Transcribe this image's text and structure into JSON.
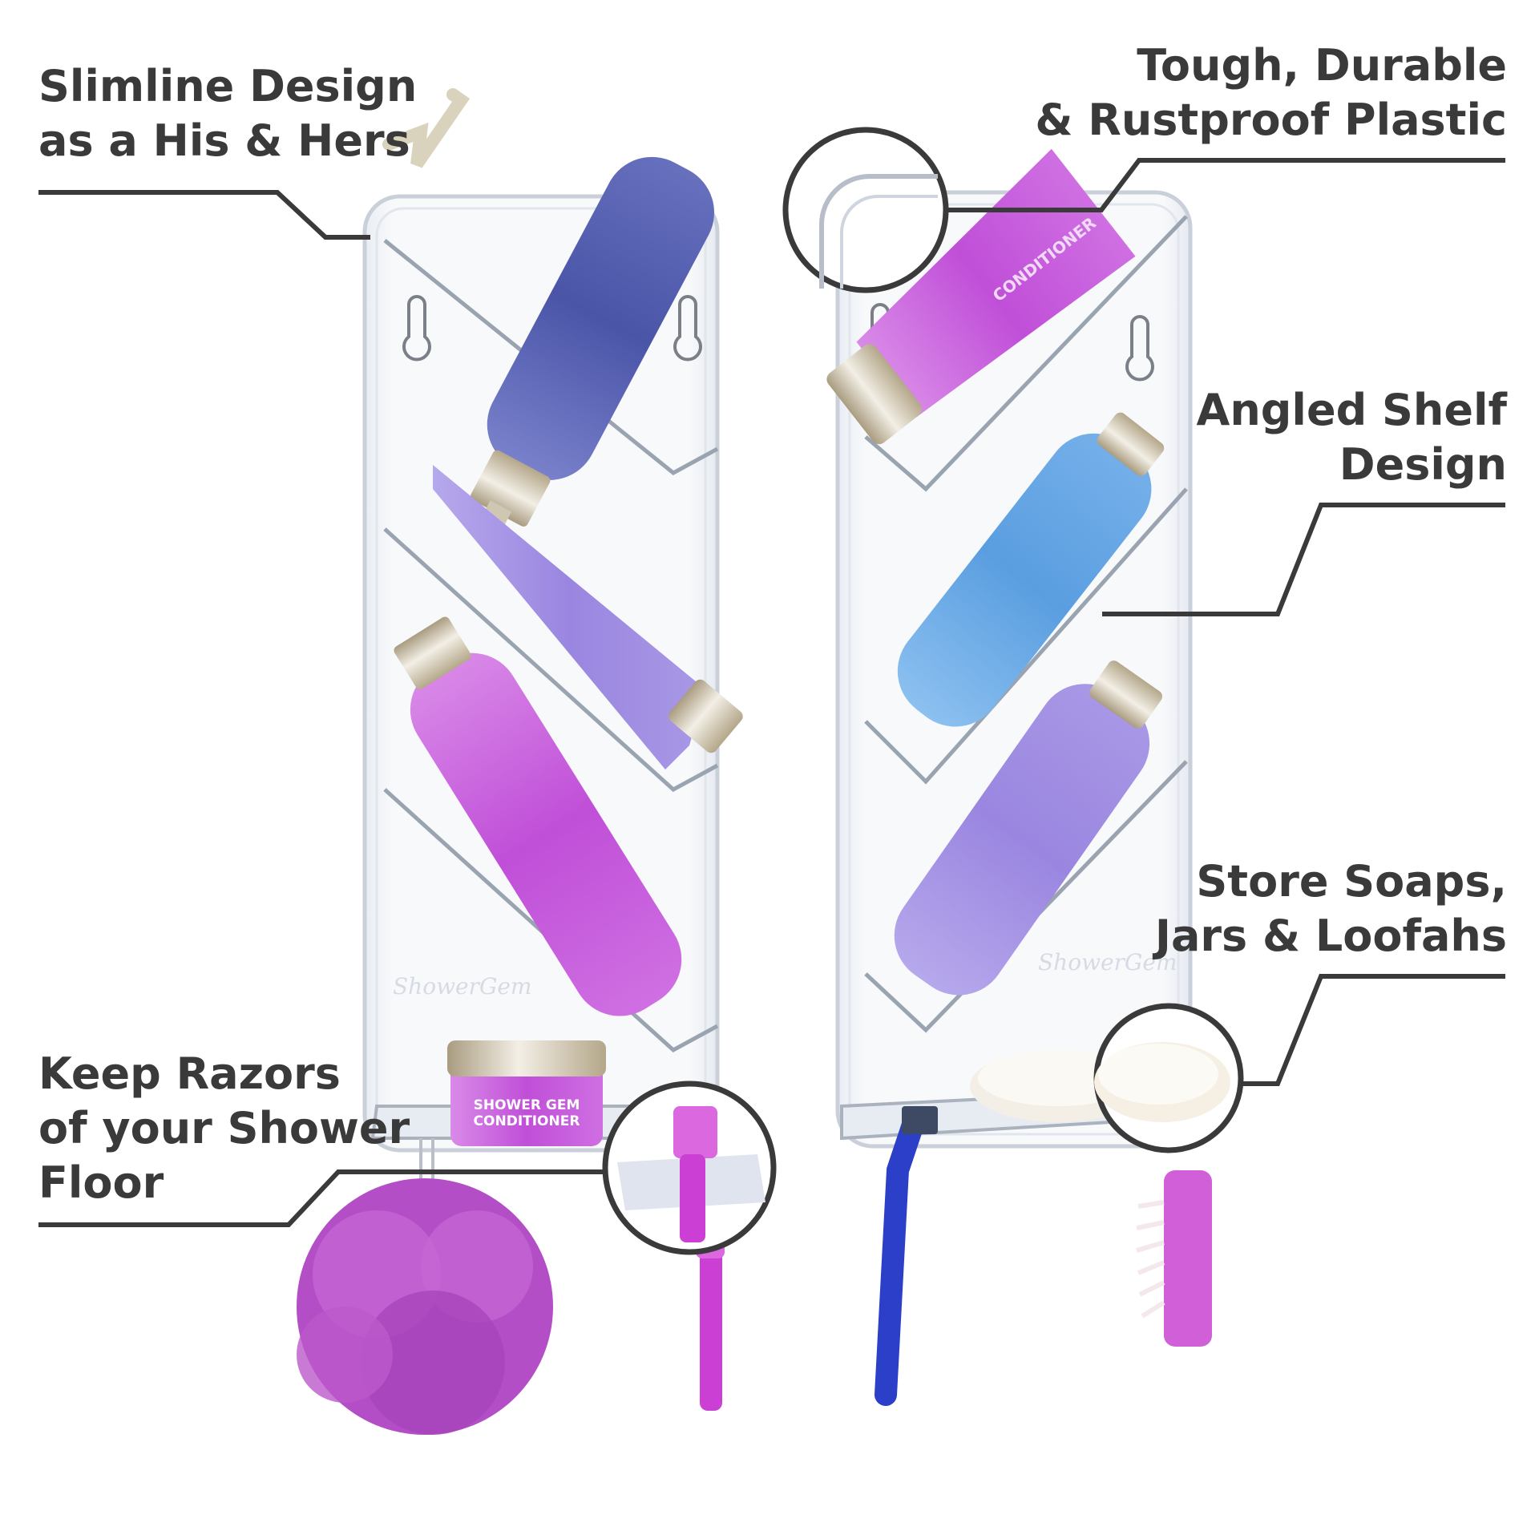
{
  "callouts": {
    "slimline": {
      "lines": [
        "Slimline Design",
        "as a His & Hers"
      ]
    },
    "tough": {
      "lines": [
        "Tough, Durable",
        "& Rustproof Plastic"
      ]
    },
    "angled": {
      "lines": [
        "Angled Shelf",
        "Design"
      ]
    },
    "soaps": {
      "lines": [
        "Store Soaps,",
        "Jars & Loofahs"
      ]
    },
    "razors": {
      "lines": [
        "Keep Razors",
        "of your Shower",
        "Floor"
      ]
    }
  },
  "product": {
    "brand_logo": "ShowerGem",
    "jar_label": [
      "SHOWER GEM",
      "CONDITIONER"
    ],
    "tube_label": "CONDITIONER"
  },
  "colors": {
    "text": "#3a3a3a",
    "line": "#3a3a3a",
    "purple": "#c04fd8",
    "navy": "#4b55a8",
    "lavender": "#9a86e0",
    "blue": "#5a9ee0",
    "razor_blue": "#2b3fc9",
    "panel": "#f6f8fb"
  },
  "icons": [
    "pump-bottle-icon",
    "tube-icon",
    "jar-icon",
    "razor-icon",
    "loofah-icon",
    "brush-icon",
    "soap-icon"
  ]
}
